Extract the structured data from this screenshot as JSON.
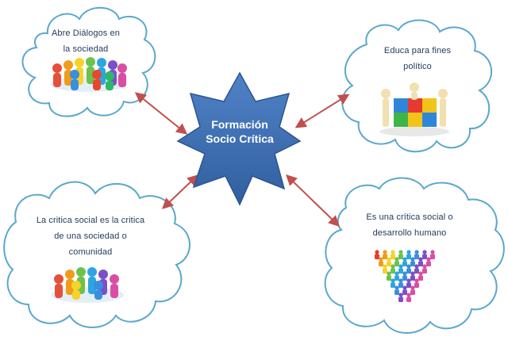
{
  "center": {
    "title_line1": "Formación",
    "title_line2": "Socio Crítica"
  },
  "nodes": {
    "top_left": {
      "line1": "Abre Diálogos en",
      "line2": "la sociedad",
      "icon": "people-circle-icon"
    },
    "top_right": {
      "line1": "Educa para fines",
      "line2": "político",
      "icon": "people-puzzle-icon"
    },
    "bottom_left": {
      "line1": "La critica social es la critica",
      "line2": "de una sociedad o",
      "line3": "comunidad",
      "icon": "people-circle-icon"
    },
    "bottom_right": {
      "line1": "Es una crítica  social o",
      "line2": "desarrollo humano",
      "icon": "people-crowd-icon"
    }
  },
  "colors": {
    "cloud_outline": "#5aa8cc",
    "star_fill": "#3e6fb1",
    "star_stroke": "#2b5591",
    "arrow": "#c0504d",
    "text": "#1f3a5a"
  }
}
